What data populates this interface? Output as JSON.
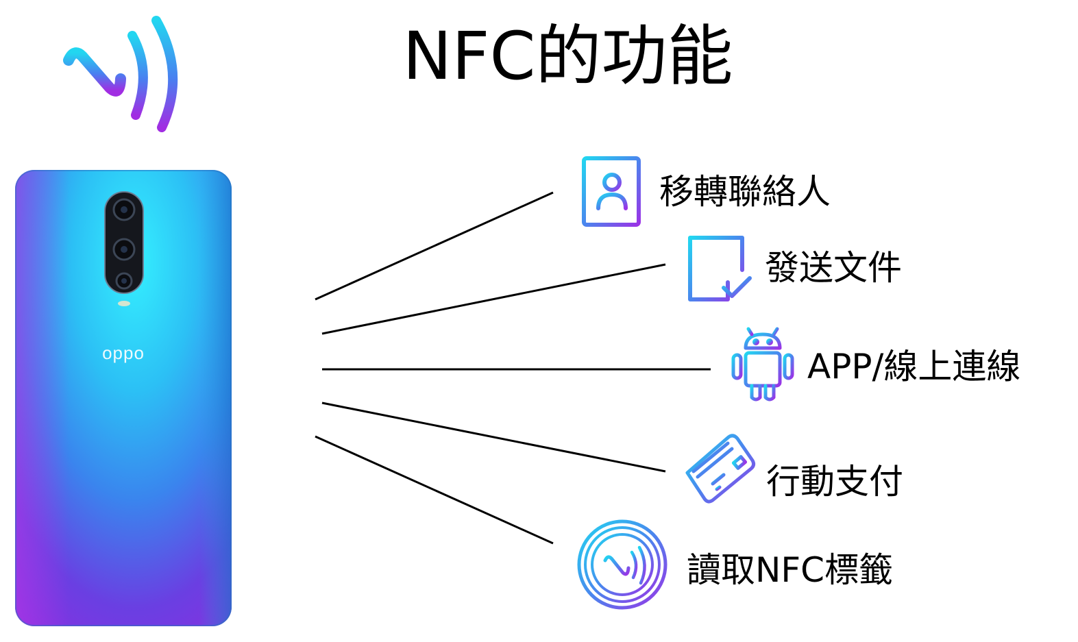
{
  "title": "NFC的功能",
  "phone": {
    "brand_text": "oppo"
  },
  "features": [
    {
      "label": "移轉聯絡人",
      "icon": "contacts-book-icon"
    },
    {
      "label": "發送文件",
      "icon": "document-check-icon"
    },
    {
      "label": "APP/線上連線",
      "icon": "android-icon"
    },
    {
      "label": "行動支付",
      "icon": "payment-card-icon"
    },
    {
      "label": "讀取NFC標籤",
      "icon": "nfc-tag-icon"
    }
  ],
  "colors": {
    "gradient_cyan": "#22d6f0",
    "gradient_blue": "#3b8cf0",
    "gradient_purple": "#9b32e6",
    "line": "#000000"
  }
}
